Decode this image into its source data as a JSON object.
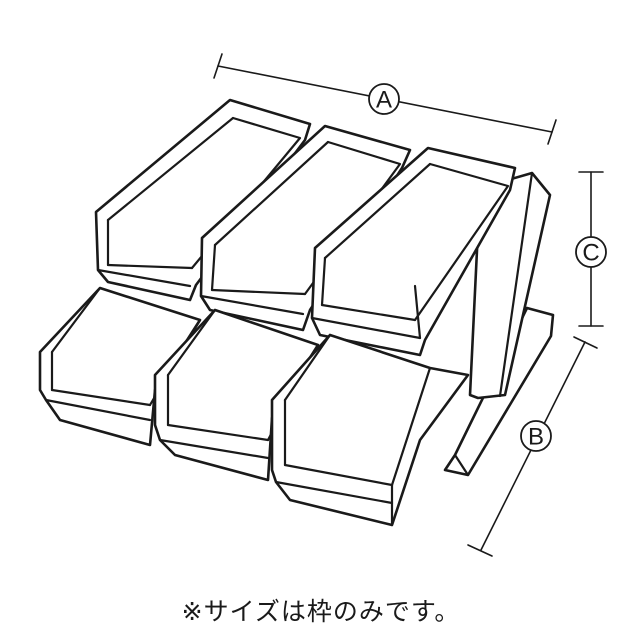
{
  "labels": {
    "width": "A",
    "depth": "B",
    "height": "C"
  },
  "note": "※サイズは枠のみです。"
}
